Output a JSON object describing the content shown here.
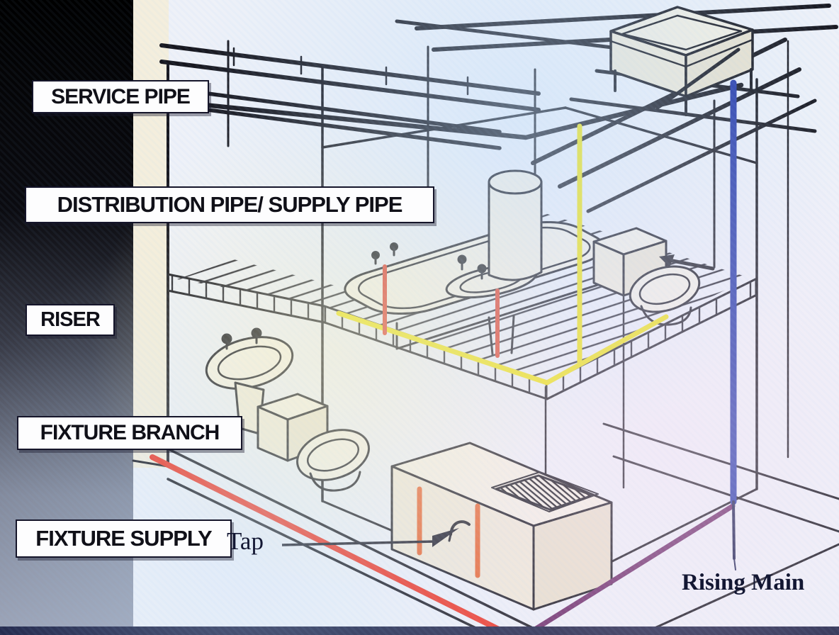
{
  "labels": {
    "service_pipe": "SERVICE PIPE",
    "distribution_pipe": "DISTRIBUTION PIPE/ SUPPLY PIPE",
    "riser": "RISER",
    "fixture_branch": "FIXTURE BRANCH",
    "fixture_supply": "FIXTURE SUPPLY"
  },
  "annotations": {
    "tap": "Tap",
    "rising_main": "Rising Main"
  },
  "colors": {
    "line_art": "#17171f",
    "distribution_pipe_yellow": "#f0e40c",
    "riser_red": "#e03a26",
    "fixture_supply_red": "#ee3322",
    "kitchen_supply_orange": "#e8622a",
    "rising_main_blue": "#2438a8",
    "rising_main_dark": "#1b2050",
    "underground_main_purple": "#6b2a68"
  },
  "diagram": {
    "type": "isometric cutaway of two-storey house water-supply plumbing",
    "components": [
      "roof joists",
      "water storage tank",
      "service pipe",
      "distribution pipe",
      "riser pipes",
      "bathtub",
      "wash basin upper",
      "water heater cylinder",
      "toilet upper",
      "wash basin lower",
      "toilet lower",
      "kitchen sink unit",
      "tap",
      "rising main",
      "fixture supply pipe"
    ]
  }
}
